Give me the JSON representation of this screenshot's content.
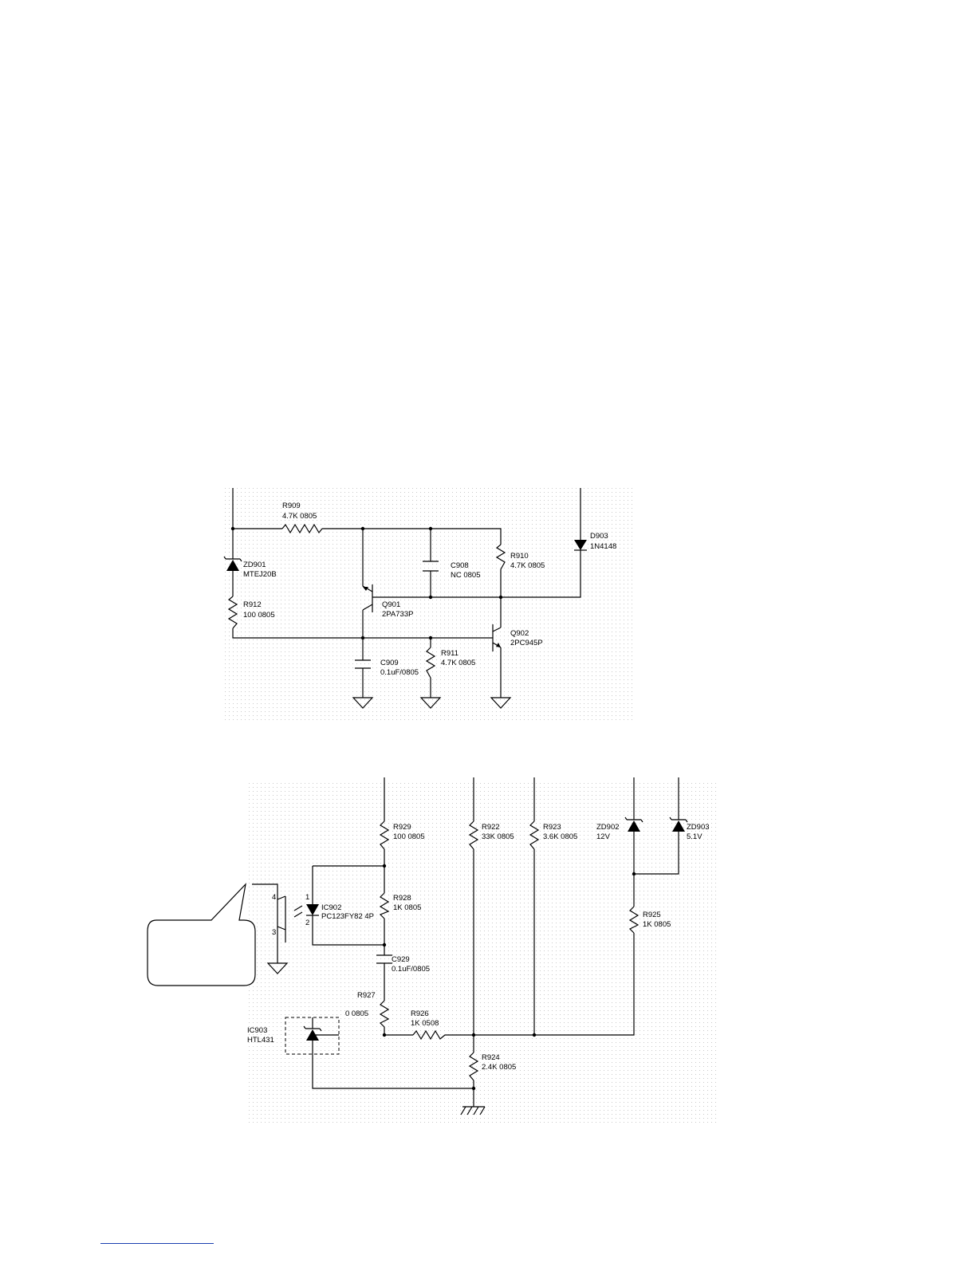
{
  "upper_circuit": {
    "R909": {
      "ref": "R909",
      "value": "4.7K   0805"
    },
    "ZD901": {
      "ref": "ZD901",
      "value": "MTEJ20B"
    },
    "R912": {
      "ref": "R912",
      "value": "100   0805"
    },
    "C908": {
      "ref": "C908",
      "value": "NC 0805"
    },
    "R910": {
      "ref": "R910",
      "value": "4.7K   0805"
    },
    "D903": {
      "ref": "D903",
      "value": "1N4148"
    },
    "Q901": {
      "ref": "Q901",
      "value": "2PA733P"
    },
    "Q902": {
      "ref": "Q902",
      "value": "2PC945P"
    },
    "C909": {
      "ref": "C909",
      "value": "0.1uF/0805"
    },
    "R911": {
      "ref": "R911",
      "value": "4.7K   0805"
    }
  },
  "lower_circuit": {
    "R929": {
      "ref": "R929",
      "value": "100   0805"
    },
    "R922": {
      "ref": "R922",
      "value": "33K   0805"
    },
    "R923": {
      "ref": "R923",
      "value": "3.6K   0805"
    },
    "ZD902": {
      "ref": "ZD902",
      "value": "12V"
    },
    "ZD903": {
      "ref": "ZD903",
      "value": "5.1V"
    },
    "IC902": {
      "ref": "IC902",
      "value": "PC123FY82 4P"
    },
    "R928": {
      "ref": "R928",
      "value": "1K   0805"
    },
    "R925": {
      "ref": "R925",
      "value": "1K   0805"
    },
    "C929": {
      "ref": "C929",
      "value": "0.1uF/0805"
    },
    "R927": {
      "ref": "R927",
      "value": "0   0805"
    },
    "R926": {
      "ref": "R926",
      "value": "1K   0508"
    },
    "IC903": {
      "ref": "IC903",
      "value": "HTL431"
    },
    "R924": {
      "ref": "R924",
      "value": "2.4K   0805"
    },
    "pins": {
      "p1": "1",
      "p2": "2",
      "p3": "3",
      "p4": "4"
    }
  },
  "callout": {
    "text": ""
  }
}
